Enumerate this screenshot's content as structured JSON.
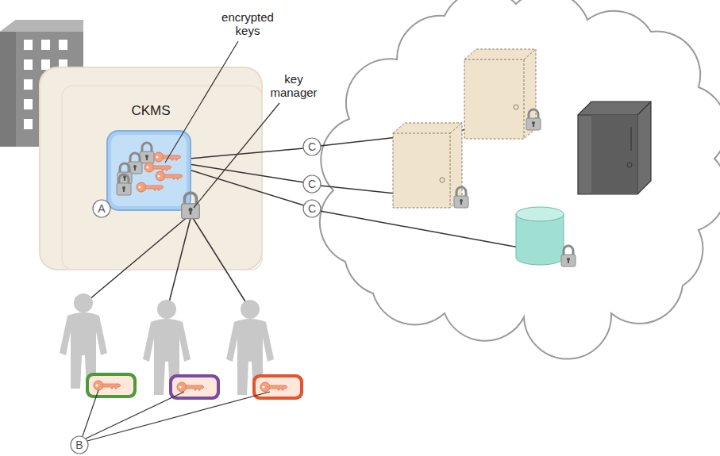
{
  "diagram": {
    "nodes": [
      {
        "text": [
          "CKMS"
        ]
      }
    ],
    "labels": [
      "encrypted keys",
      "key manager",
      "A",
      "B",
      "C",
      "C",
      "C"
    ]
  }
}
